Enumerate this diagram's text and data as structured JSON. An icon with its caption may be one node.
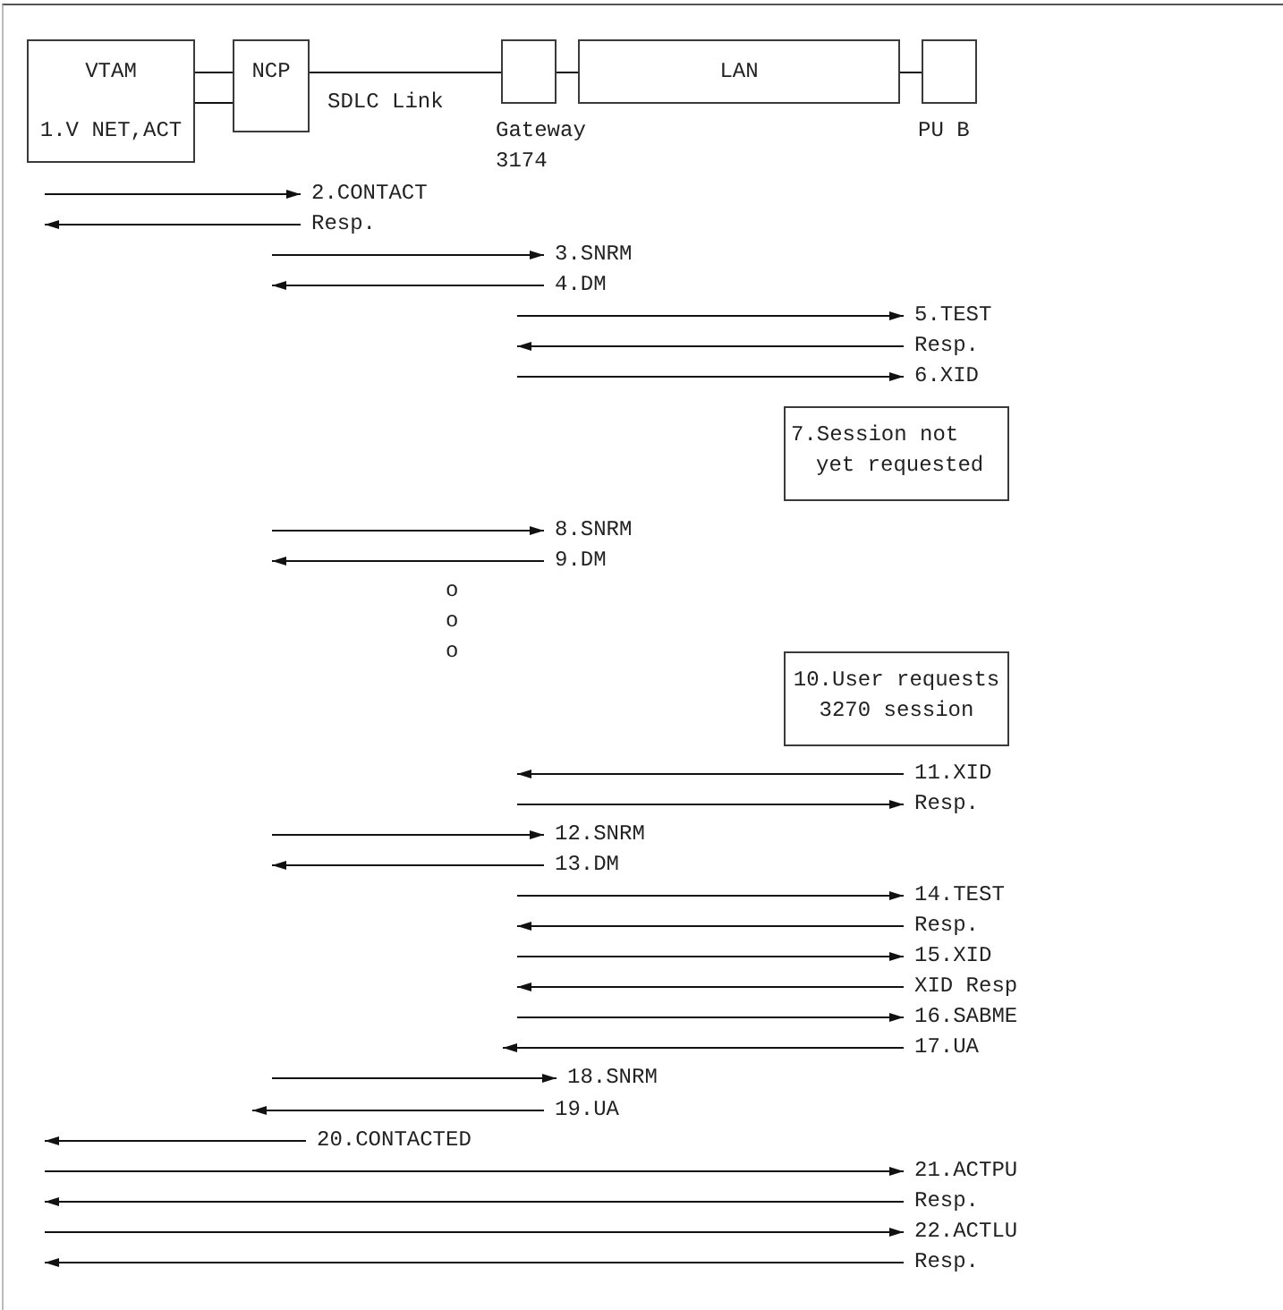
{
  "diagram": {
    "nodes": [
      {
        "text": [
          "VTAM",
          "1.V NET,ACT"
        ]
      },
      {
        "text": [
          "NCP"
        ]
      },
      {
        "text": [],
        "shape": "box",
        "beside": [
          "Gateway 3174"
        ]
      },
      {
        "text": [
          "LAN"
        ]
      },
      {
        "text": [],
        "shape": "box",
        "beside": [
          "PU B"
        ]
      },
      {
        "text": [
          "2.CONTACT"
        ]
      },
      {
        "text": [
          "Resp."
        ]
      },
      {
        "text": [
          "3.SNRM"
        ]
      },
      {
        "text": [
          "4.DM"
        ]
      },
      {
        "text": [
          "5.TEST"
        ]
      },
      {
        "text": [
          "Resp."
        ]
      },
      {
        "text": [
          "6.XID"
        ]
      },
      {
        "text": [
          "7.Session not yet requested"
        ]
      },
      {
        "text": [
          "8.SNRM"
        ]
      },
      {
        "text": [
          "9.DM"
        ]
      },
      {
        "text": [
          "10.User requests 3270 session"
        ]
      },
      {
        "text": [
          "11.XID"
        ]
      },
      {
        "text": [
          "Resp."
        ]
      },
      {
        "text": [
          "12.SNRM"
        ]
      },
      {
        "text": [
          "13.DM"
        ]
      },
      {
        "text": [
          "14.TEST"
        ]
      },
      {
        "text": [
          "Resp."
        ]
      },
      {
        "text": [
          "15.XID"
        ]
      },
      {
        "text": [
          "XID Resp"
        ]
      },
      {
        "text": [
          "16.SABME"
        ]
      },
      {
        "text": [
          "17.UA"
        ]
      },
      {
        "text": [
          "18.SNRM"
        ]
      },
      {
        "text": [
          "19.UA"
        ]
      },
      {
        "text": [
          "20.CONTACTED"
        ]
      },
      {
        "text": [
          "21.ACTPU"
        ]
      },
      {
        "text": [
          "Resp."
        ]
      },
      {
        "text": [
          "22.ACTLU"
        ]
      },
      {
        "text": [
          "Resp."
        ]
      }
    ],
    "edges": [
      {
        "from": 0,
        "to": 1,
        "arrow": "none"
      },
      {
        "from": 0,
        "to": 1,
        "arrow": "none"
      },
      {
        "from": 1,
        "to": 2,
        "arrow": "none",
        "label": "SDLC Link"
      },
      {
        "from": 2,
        "to": 3,
        "arrow": "none"
      },
      {
        "from": 3,
        "to": 4,
        "arrow": "none"
      },
      {
        "from": null,
        "to": 5,
        "arrow": "to"
      },
      {
        "from": 6,
        "to": null,
        "arrow": "to"
      },
      {
        "from": null,
        "to": 7,
        "arrow": "to"
      },
      {
        "from": 8,
        "to": null,
        "arrow": "to"
      },
      {
        "from": null,
        "to": 9,
        "arrow": "to"
      },
      {
        "from": 10,
        "to": null,
        "arrow": "to"
      },
      {
        "from": null,
        "to": 11,
        "arrow": "to"
      },
      {
        "from": null,
        "to": 13,
        "arrow": "to"
      },
      {
        "from": 14,
        "to": null,
        "arrow": "to"
      },
      {
        "from": 16,
        "to": null,
        "arrow": "to"
      },
      {
        "from": null,
        "to": 17,
        "arrow": "to"
      },
      {
        "from": null,
        "to": 18,
        "arrow": "to"
      },
      {
        "from": 19,
        "to": null,
        "arrow": "to"
      },
      {
        "from": null,
        "to": 20,
        "arrow": "to"
      },
      {
        "from": 21,
        "to": null,
        "arrow": "to"
      },
      {
        "from": null,
        "to": 22,
        "arrow": "to"
      },
      {
        "from": 23,
        "to": null,
        "arrow": "to"
      },
      {
        "from": null,
        "to": 24,
        "arrow": "to"
      },
      {
        "from": 25,
        "to": null,
        "arrow": "to"
      },
      {
        "from": null,
        "to": 26,
        "arrow": "to"
      },
      {
        "from": 27,
        "to": null,
        "arrow": "to"
      },
      {
        "from": 28,
        "to": null,
        "arrow": "to"
      },
      {
        "from": null,
        "to": 29,
        "arrow": "to"
      },
      {
        "from": 30,
        "to": null,
        "arrow": "to"
      },
      {
        "from": null,
        "to": 31,
        "arrow": "to"
      },
      {
        "from": 32,
        "to": null,
        "arrow": "to"
      }
    ],
    "labels": [
      "o",
      "o",
      "o"
    ]
  }
}
